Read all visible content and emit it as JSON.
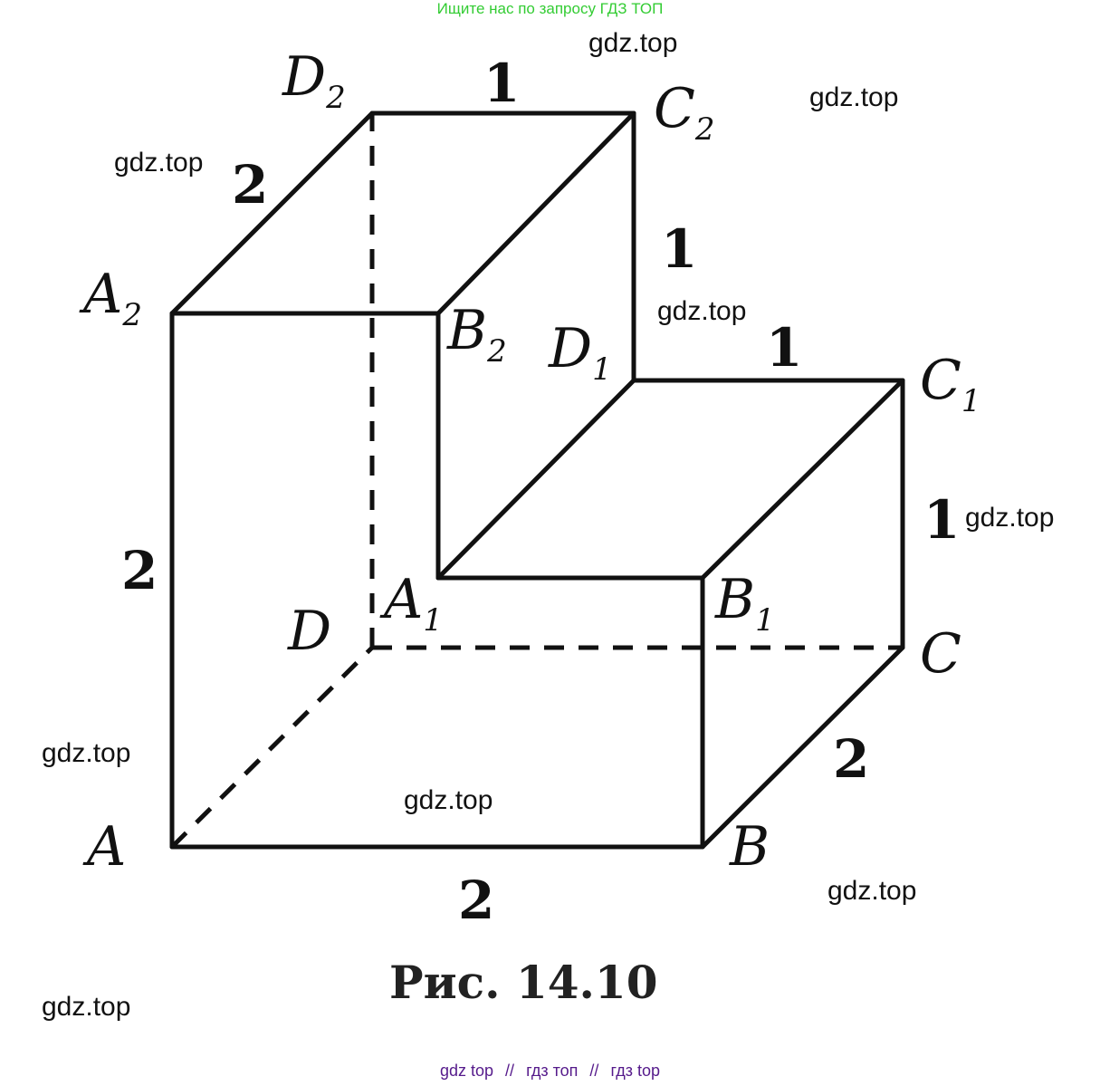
{
  "banner": "Ищите нас по запросу ГДЗ ТОП",
  "vertices": {
    "D2": {
      "letter": "D",
      "sub": "2"
    },
    "C2": {
      "letter": "C",
      "sub": "2"
    },
    "A2": {
      "letter": "A",
      "sub": "2"
    },
    "B2": {
      "letter": "B",
      "sub": "2"
    },
    "D1": {
      "letter": "D",
      "sub": "1"
    },
    "C1": {
      "letter": "C",
      "sub": "1"
    },
    "A1": {
      "letter": "A",
      "sub": "1"
    },
    "B1": {
      "letter": "B",
      "sub": "1"
    },
    "D": {
      "letter": "D"
    },
    "C": {
      "letter": "C"
    },
    "A": {
      "letter": "A"
    },
    "B": {
      "letter": "B"
    }
  },
  "lengths": {
    "top_d2c2": "1",
    "left_a2d2": "2",
    "right_c2d1": "1",
    "mid_d1c1": "1",
    "right_c1c": "1",
    "left_aa2": "2",
    "right_bc": "2",
    "bottom_ab": "2"
  },
  "caption": "Рис. 14.10",
  "watermark": "gdz.top",
  "footer": {
    "link1": "gdz top",
    "sep1": "//",
    "link2": "гдз топ",
    "sep2": "//",
    "link3": "гдз top"
  }
}
